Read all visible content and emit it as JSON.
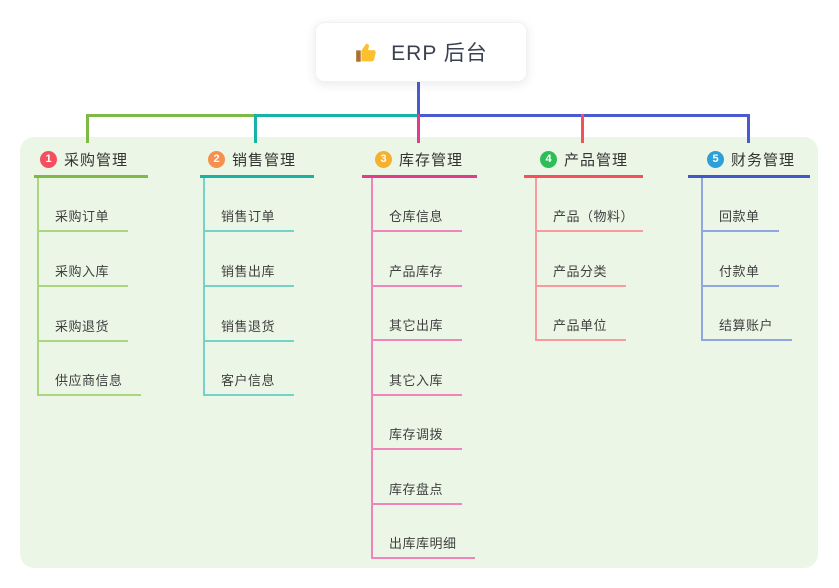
{
  "root": {
    "label": "ERP 后台",
    "icon": "thumbs-up-icon",
    "card_bg": "#ffffff",
    "text_color": "#3b4150"
  },
  "connector": {
    "trunk_color": "#4a5ad1"
  },
  "panel": {
    "bg": "#ebf6e6"
  },
  "branches": [
    {
      "number": "1",
      "label": "采购管理",
      "badge_color": "#f44f5e",
      "line_color": "#7eba45",
      "child_line_color": "#abd57f",
      "children": [
        "采购订单",
        "采购入库",
        "采购退货",
        "供应商信息"
      ]
    },
    {
      "number": "2",
      "label": "销售管理",
      "badge_color": "#f6904e",
      "line_color": "#18b3a4",
      "child_line_color": "#74d2c8",
      "children": [
        "销售订单",
        "销售出库",
        "销售退货",
        "客户信息"
      ]
    },
    {
      "number": "3",
      "label": "库存管理",
      "badge_color": "#f6b02e",
      "line_color": "#e23c8f",
      "child_line_color": "#f283bb",
      "children": [
        "仓库信息",
        "产品库存",
        "其它出库",
        "其它入库",
        "库存调拨",
        "库存盘点",
        "出库库明细"
      ]
    },
    {
      "number": "4",
      "label": "产品管理",
      "badge_color": "#2ebd59",
      "line_color": "#f4515c",
      "child_line_color": "#f89b9e",
      "children": [
        "产品（物料）",
        "产品分类",
        "产品单位"
      ]
    },
    {
      "number": "5",
      "label": "财务管理",
      "badge_color": "#2d9fd9",
      "line_color": "#3e5ac8",
      "child_line_color": "#8fa6e0",
      "children": [
        "回款单",
        "付款单",
        "结算账户"
      ]
    }
  ]
}
